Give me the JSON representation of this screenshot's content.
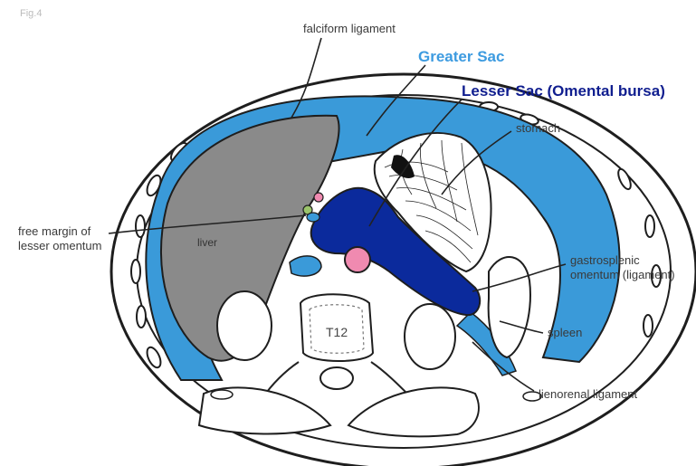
{
  "corner_label": "Fig.4",
  "labels": {
    "falciform": "falciform ligament",
    "greater_sac": "Greater Sac",
    "lesser_sac": "Lesser Sac (Omental bursa)",
    "stomach": "stomach",
    "free_margin_1": "free margin of",
    "free_margin_2": "lesser omentum",
    "liver": "liver",
    "gastrosplenic_1": "gastrosplenic",
    "gastrosplenic_2": "omentum (ligament)",
    "spleen": "spleen",
    "lienorenal": "lienorenal ligament",
    "vertebra": "T12"
  },
  "colors": {
    "greater_sac": "#3a9ad9",
    "lesser_sac": "#0b2a9c",
    "liver": "#8a8a8a",
    "aorta": "#f08ab0",
    "outline": "#1e1e1e",
    "background": "#ffffff"
  }
}
